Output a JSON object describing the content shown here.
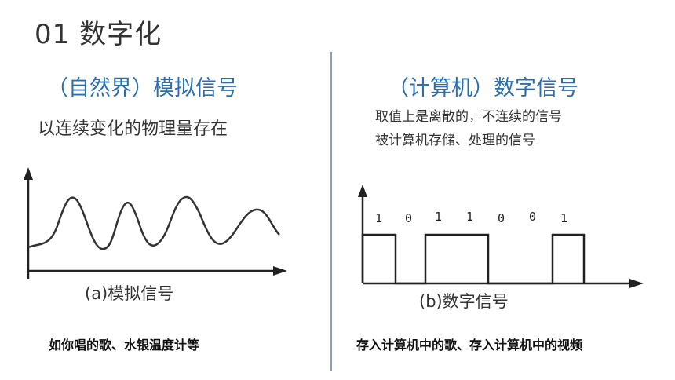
{
  "slide": {
    "title": "01  数字化",
    "left": {
      "heading": "（自然界）模拟信号",
      "description": "以连续变化的物理量存在",
      "diagram_caption": "(a)模拟信号",
      "example": "如你唱的歌、水银温度计等"
    },
    "right": {
      "heading": "（计算机）数字信号",
      "description_lines": [
        "取值上是离散的，不连续的信号",
        "被计算机存储、处理的信号"
      ],
      "diagram_caption": "(b)数字信号",
      "bits": [
        "1",
        "0",
        "1",
        "1",
        "0",
        "0",
        "1"
      ],
      "example": "存入计算机中的歌、存入计算机中的视频"
    }
  },
  "colors": {
    "heading": "#2a6fb0",
    "divider": "#8aa0b8",
    "line": "#222222"
  }
}
